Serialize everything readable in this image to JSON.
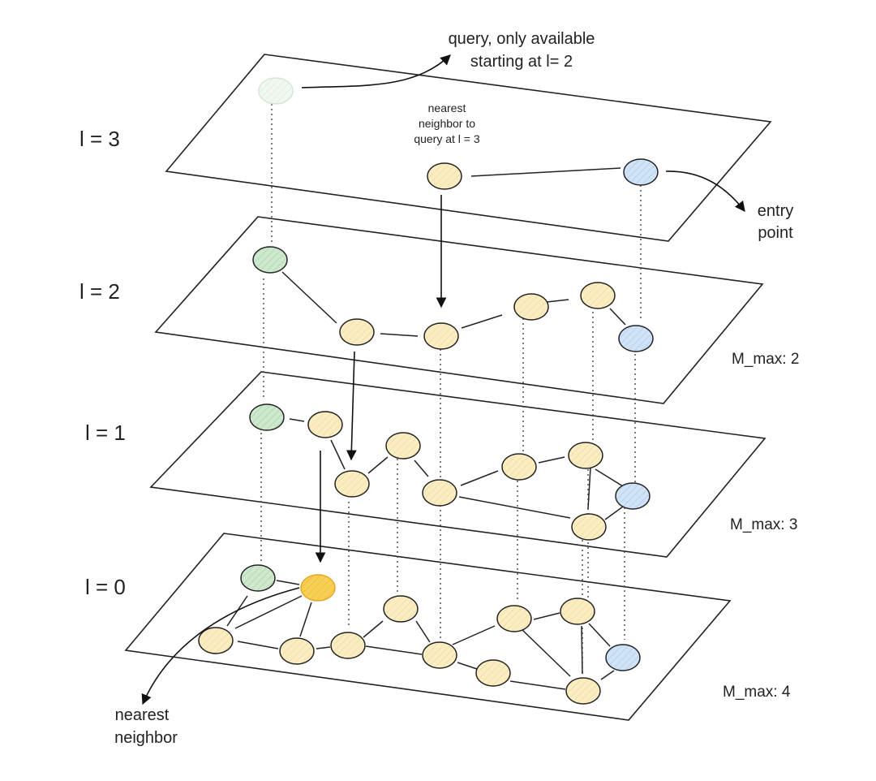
{
  "levels": [
    {
      "label": "l = 3",
      "m_max": ""
    },
    {
      "label": "l = 2",
      "m_max": "M_max: 2"
    },
    {
      "label": "l = 1",
      "m_max": "M_max: 3"
    },
    {
      "label": "l = 0",
      "m_max": "M_max: 4"
    }
  ],
  "annotations": {
    "query_line1": "query, only available",
    "query_line2": "starting at l= 2",
    "nn3_line1": "nearest",
    "nn3_line2": "neighbor to",
    "nn3_line3": "query at l = 3",
    "entry_line1": "entry",
    "entry_line2": "point",
    "nn_line1": "nearest",
    "nn_line2": "neighbor"
  },
  "colors": {
    "query_faded": "#eef6ee",
    "query": "#cde8cd",
    "candidate": "#faedc2",
    "nearest": "#f7cf55",
    "entry": "#cfe2f6",
    "stroke": "#222222"
  }
}
